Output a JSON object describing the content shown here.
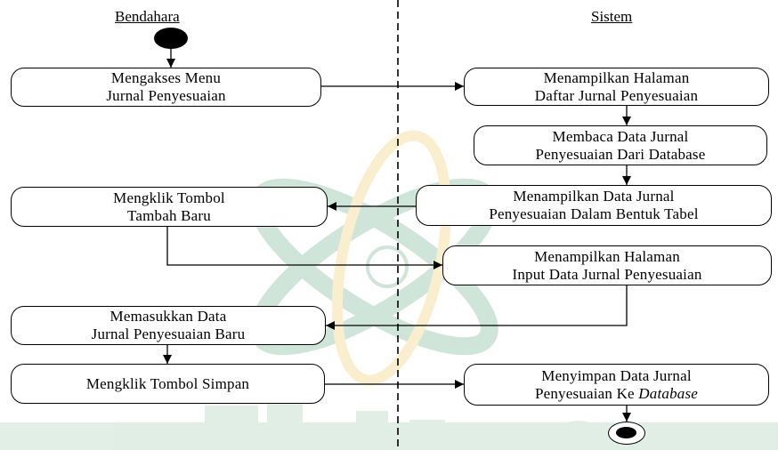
{
  "swimlanes": {
    "left": "Bendahara",
    "right": "Sistem"
  },
  "activities": {
    "akses_menu": {
      "line1": "Mengakses Menu",
      "line2": "Jurnal Penyesuaian"
    },
    "tampil_halaman_daftar": {
      "line1": "Menampilkan Halaman",
      "line2": "Daftar Jurnal Penyesuaian"
    },
    "baca_data": {
      "line1": "Membaca Data Jurnal",
      "line2": "Penyesuaian Dari Database"
    },
    "klik_tambah": {
      "line1": "Mengklik Tombol",
      "line2": "Tambah Baru"
    },
    "tampil_data_tabel": {
      "line1": "Menampilkan Data Jurnal",
      "line2": "Penyesuaian Dalam Bentuk Tabel"
    },
    "tampil_halaman_input": {
      "line1": "Menampilkan Halaman",
      "line2": "Input Data Jurnal Penyesuaian"
    },
    "masukkan_data": {
      "line1": "Memasukkan Data",
      "line2": "Jurnal Penyesuaian Baru"
    },
    "klik_simpan": {
      "line1": "Mengklik Tombol Simpan"
    },
    "simpan_data": {
      "line1": "Menyimpan Data Jurnal",
      "line2_prefix": "Penyesuaian Ke",
      "line2_italic": "Database"
    }
  },
  "colors": {
    "stroke": "#000000",
    "watermark_green": "#2e8b57",
    "watermark_gold": "#e8b82a"
  }
}
